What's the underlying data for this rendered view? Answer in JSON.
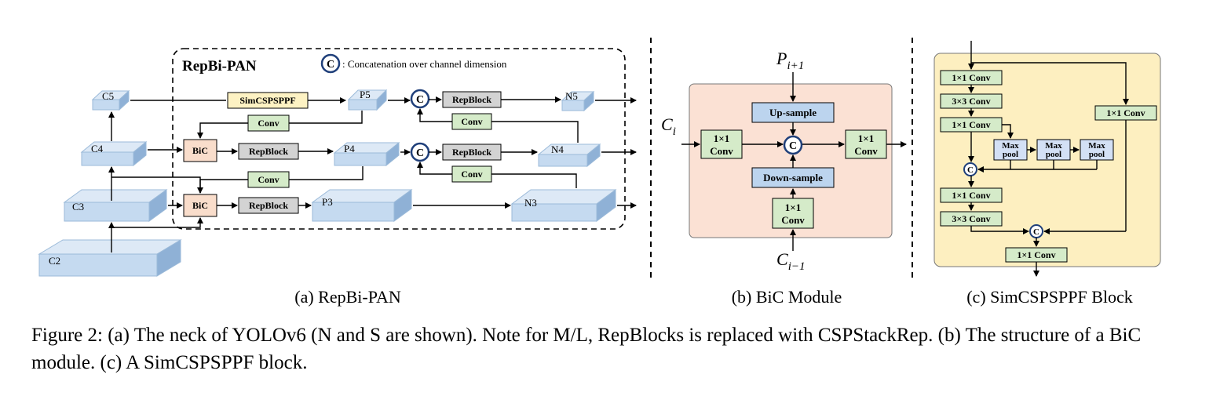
{
  "panel_a": {
    "title": "RepBi-PAN",
    "legend_symbol": "C",
    "legend_text": ": Concatenation over channel dimension",
    "backbone": {
      "c5": "C5",
      "c4": "C4",
      "c3": "C3",
      "c2": "C2"
    },
    "pyramid": {
      "p5": "P5",
      "p4": "P4",
      "p3": "P3"
    },
    "outputs": {
      "n5": "N5",
      "n4": "N4",
      "n3": "N3"
    },
    "blocks": {
      "simcspsppf": "SimCSPSPPF",
      "conv": "Conv",
      "bic": "BiC",
      "repblock": "RepBlock",
      "concat": "C"
    },
    "caption": "(a) RepBi-PAN"
  },
  "panel_b": {
    "p_in_base": "P",
    "p_in_sub": "i+1",
    "c_in_base": "C",
    "c_in_sub": "i",
    "c_prev_base": "C",
    "c_prev_sub": "i−1",
    "upsample": "Up-sample",
    "downsample": "Down-sample",
    "conv_1x1_line1": "1×1",
    "conv_1x1_line2": "Conv",
    "concat": "C",
    "caption": "(b) BiC Module"
  },
  "panel_c": {
    "conv1": "1×1 Conv",
    "conv3": "3×3 Conv",
    "maxpool_line1": "Max",
    "maxpool_line2": "pool",
    "concat": "C",
    "caption": "(c) SimCSPSPPF Block"
  },
  "figure_caption": "Figure 2: (a) The neck of YOLOv6 (N and S are shown). Note for M/L, RepBlocks is replaced with CSPStackRep. (b) The structure of a BiC module. (c) A SimCSPSPPF block.",
  "colors": {
    "feature_blue": "#c5daf0",
    "feature_blue_dark": "#8fb1d6",
    "conv_green": "#d5ebc9",
    "bic_peach": "#f9ddcb",
    "repblock_gray": "#d3d3d3",
    "sppf_yellow": "#fdf2c3",
    "bic_panel_bg": "#fbe1d4",
    "sim_panel_bg": "#fdefc0",
    "upsample_blue": "#bcd4ee",
    "maxpool_blue": "#d3e0f5"
  }
}
